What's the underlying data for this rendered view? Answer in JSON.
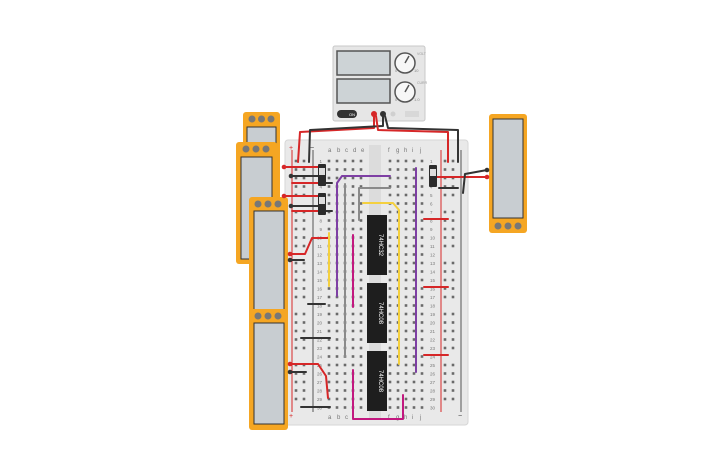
{
  "power_supply": {
    "label_on": "ON",
    "voltage_knob_ticks": [
      "0",
      "10"
    ],
    "current_knob_ticks": [
      "0",
      "1.0"
    ],
    "knob_labels": [
      "VOLT",
      "CURR"
    ]
  },
  "breadboard": {
    "column_letters_left": [
      "a",
      "b",
      "c",
      "d",
      "e"
    ],
    "column_letters_right": [
      "f",
      "g",
      "h",
      "i",
      "j"
    ],
    "row_numbers": [
      "1",
      "2",
      "3",
      "4",
      "5",
      "6",
      "7",
      "8",
      "9",
      "10",
      "11",
      "12",
      "13",
      "14",
      "15",
      "16",
      "17",
      "18",
      "19",
      "20",
      "21",
      "22",
      "23",
      "24",
      "25",
      "26",
      "27",
      "28",
      "29",
      "30"
    ],
    "rail_plus": "+",
    "rail_minus": "−"
  },
  "chips": [
    {
      "label": "74HC32"
    },
    {
      "label": "74HC08"
    },
    {
      "label": "74HC08"
    }
  ],
  "colors": {
    "module_orange": "#f5a623",
    "wire_red": "#d62728",
    "wire_black": "#333333",
    "wire_purple": "#7e3fa4",
    "wire_yellow": "#f4d03f",
    "wire_magenta": "#c2187f",
    "wire_gray": "#8a8a8a",
    "chip_black": "#1e1e1e",
    "breadboard": "#e9e9e9"
  }
}
